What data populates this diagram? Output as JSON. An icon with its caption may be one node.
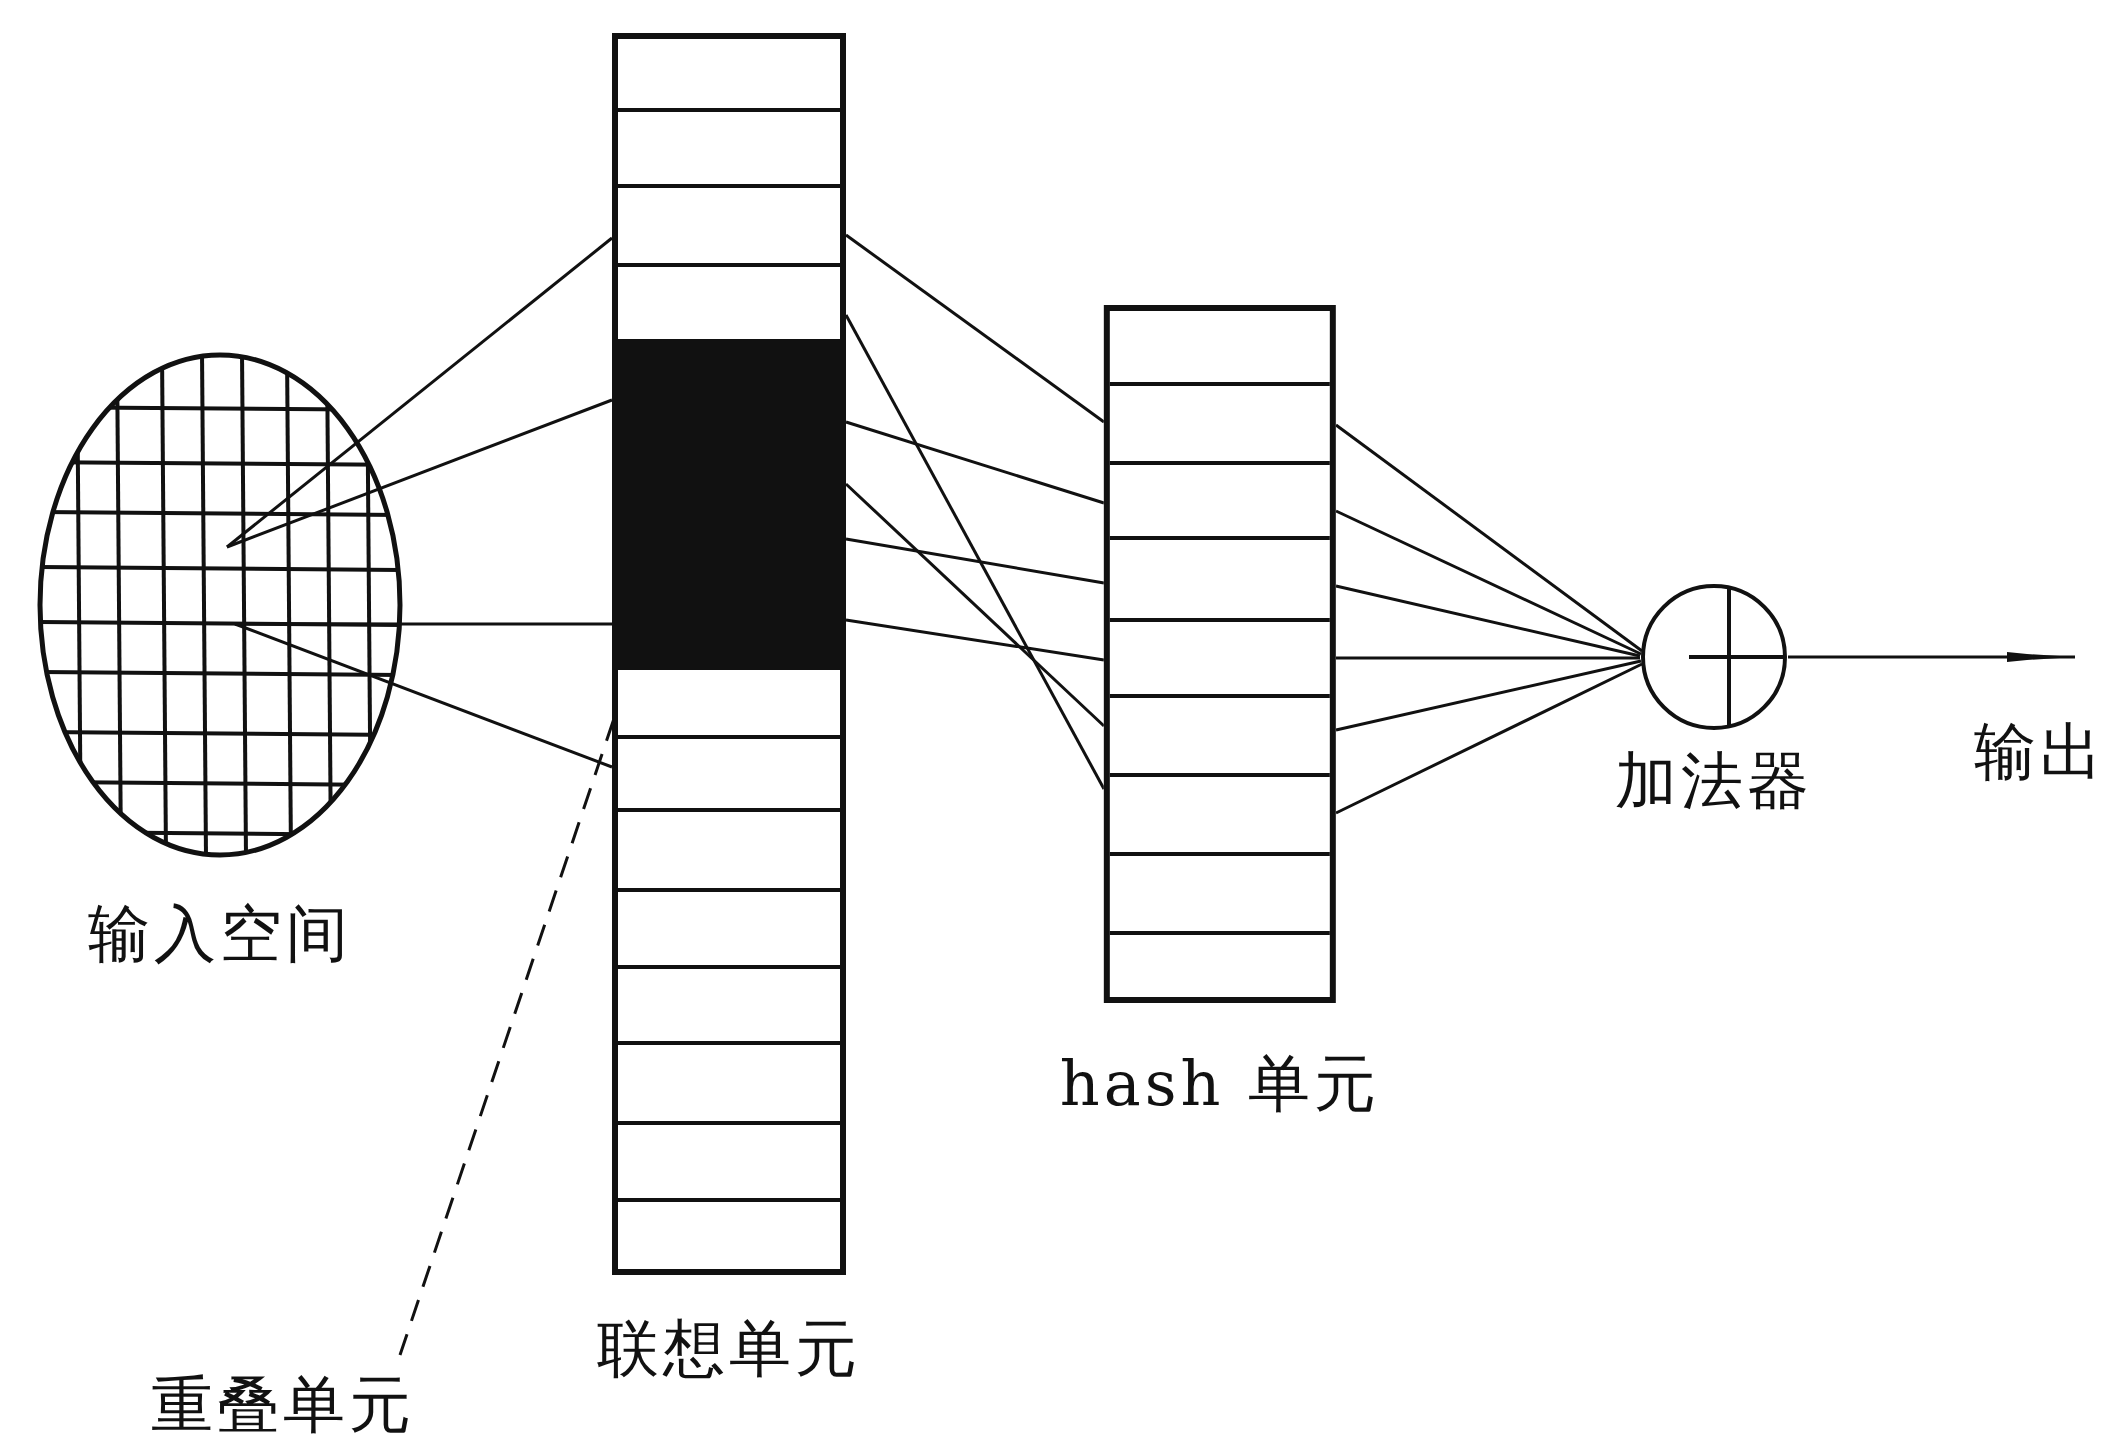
{
  "diagram": {
    "nodes": [
      {
        "text": [
          "输入空间"
        ]
      },
      {
        "text": [
          "联想单元"
        ]
      },
      {
        "text": [],
        "shape": "box",
        "in": 1
      },
      {
        "text": [
          "hash 单元"
        ]
      },
      {
        "text": [
          "加法器"
        ]
      },
      {
        "text": [
          "输出"
        ]
      },
      {
        "text": [
          "重叠单元"
        ]
      }
    ],
    "edges": [
      {
        "from": 0,
        "to": 1,
        "arrow": "none"
      },
      {
        "from": 0,
        "to": 2,
        "arrow": "none"
      },
      {
        "from": 0,
        "to": 2,
        "arrow": "none"
      },
      {
        "from": 0,
        "to": 1,
        "arrow": "none"
      },
      {
        "from": 1,
        "to": 3,
        "arrow": "none"
      },
      {
        "from": 1,
        "to": 3,
        "arrow": "none"
      },
      {
        "from": 2,
        "to": 3,
        "arrow": "none"
      },
      {
        "from": 2,
        "to": 3,
        "arrow": "none"
      },
      {
        "from": 2,
        "to": 3,
        "arrow": "none"
      },
      {
        "from": 2,
        "to": 3,
        "arrow": "none"
      },
      {
        "from": 3,
        "to": 4,
        "arrow": "none"
      },
      {
        "from": 3,
        "to": 4,
        "arrow": "none"
      },
      {
        "from": 3,
        "to": 4,
        "arrow": "none"
      },
      {
        "from": 3,
        "to": 4,
        "arrow": "none"
      },
      {
        "from": 3,
        "to": 4,
        "arrow": "none"
      },
      {
        "from": 3,
        "to": 4,
        "arrow": "none"
      },
      {
        "from": 4,
        "to": 5,
        "arrow": "to"
      },
      {
        "from": 6,
        "to": 2,
        "arrow": "none",
        "style": "dashed"
      }
    ]
  }
}
